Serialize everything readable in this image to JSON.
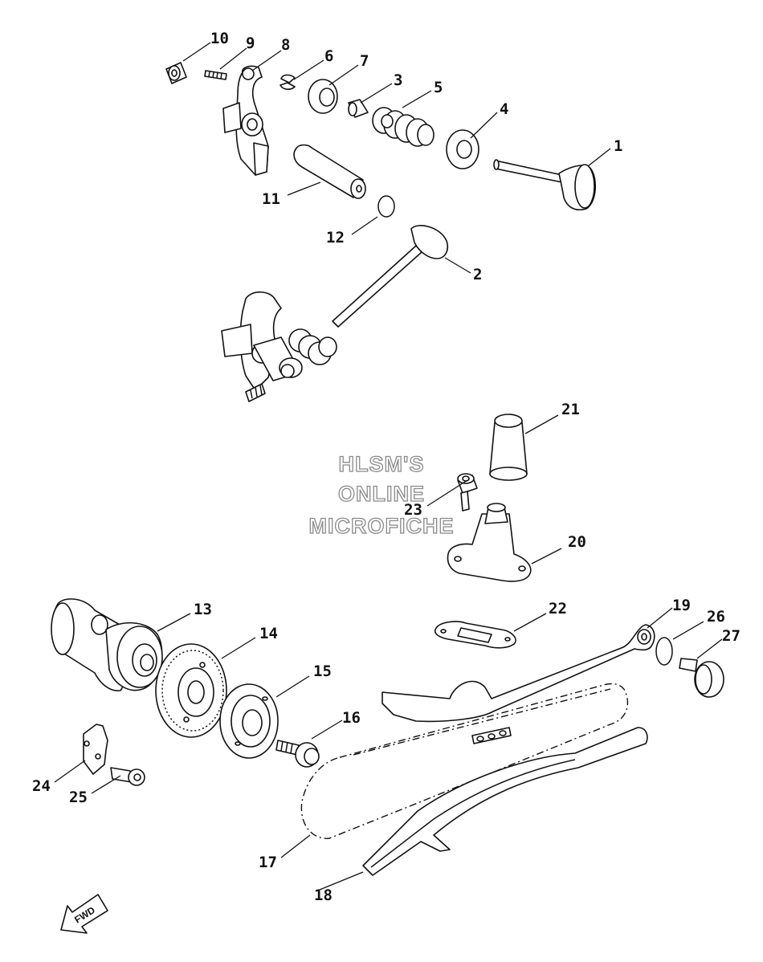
{
  "watermark": [
    "HLSM'S",
    "ONLINE",
    "MICROFICHE"
  ],
  "direction_label": "FWD",
  "callouts": [
    "1",
    "2",
    "3",
    "4",
    "5",
    "6",
    "7",
    "8",
    "9",
    "10",
    "11",
    "12",
    "13",
    "14",
    "15",
    "16",
    "17",
    "18",
    "19",
    "20",
    "21",
    "22",
    "23",
    "24",
    "25",
    "26",
    "27"
  ]
}
